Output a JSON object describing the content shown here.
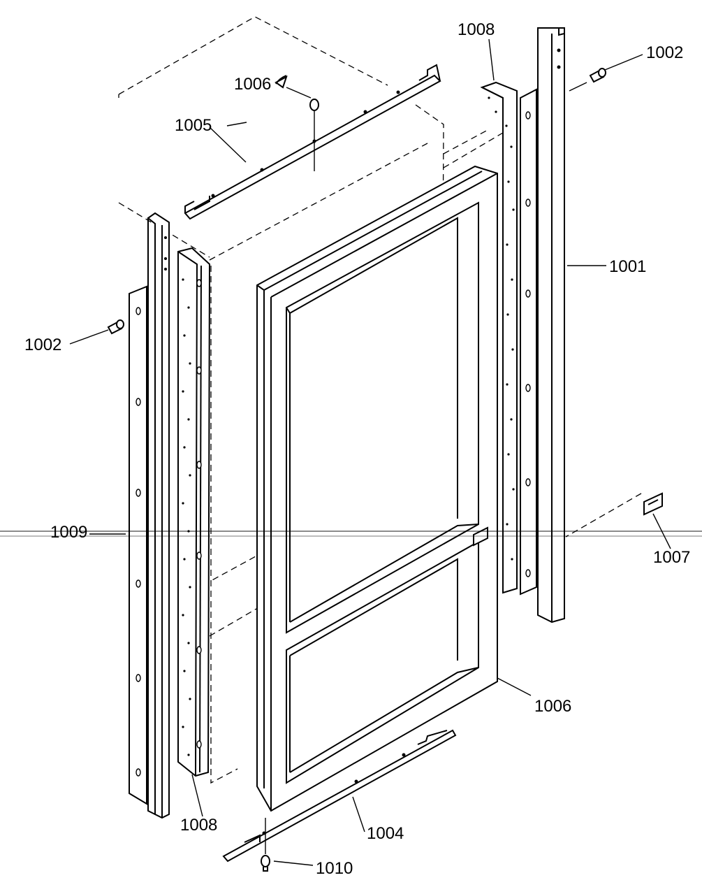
{
  "callouts": {
    "p1001": "1001",
    "p1002_top": "1002",
    "p1002_left": "1002",
    "p1004": "1004",
    "p1005": "1005",
    "p1006": "1006",
    "p1007": "1007",
    "p1008_top": "1008",
    "p1008_bottom": "1008",
    "p1009": "1009",
    "p1010": "1010",
    "p1006_screw": "1006"
  },
  "colors": {
    "line": "#000000",
    "background": "#ffffff"
  }
}
